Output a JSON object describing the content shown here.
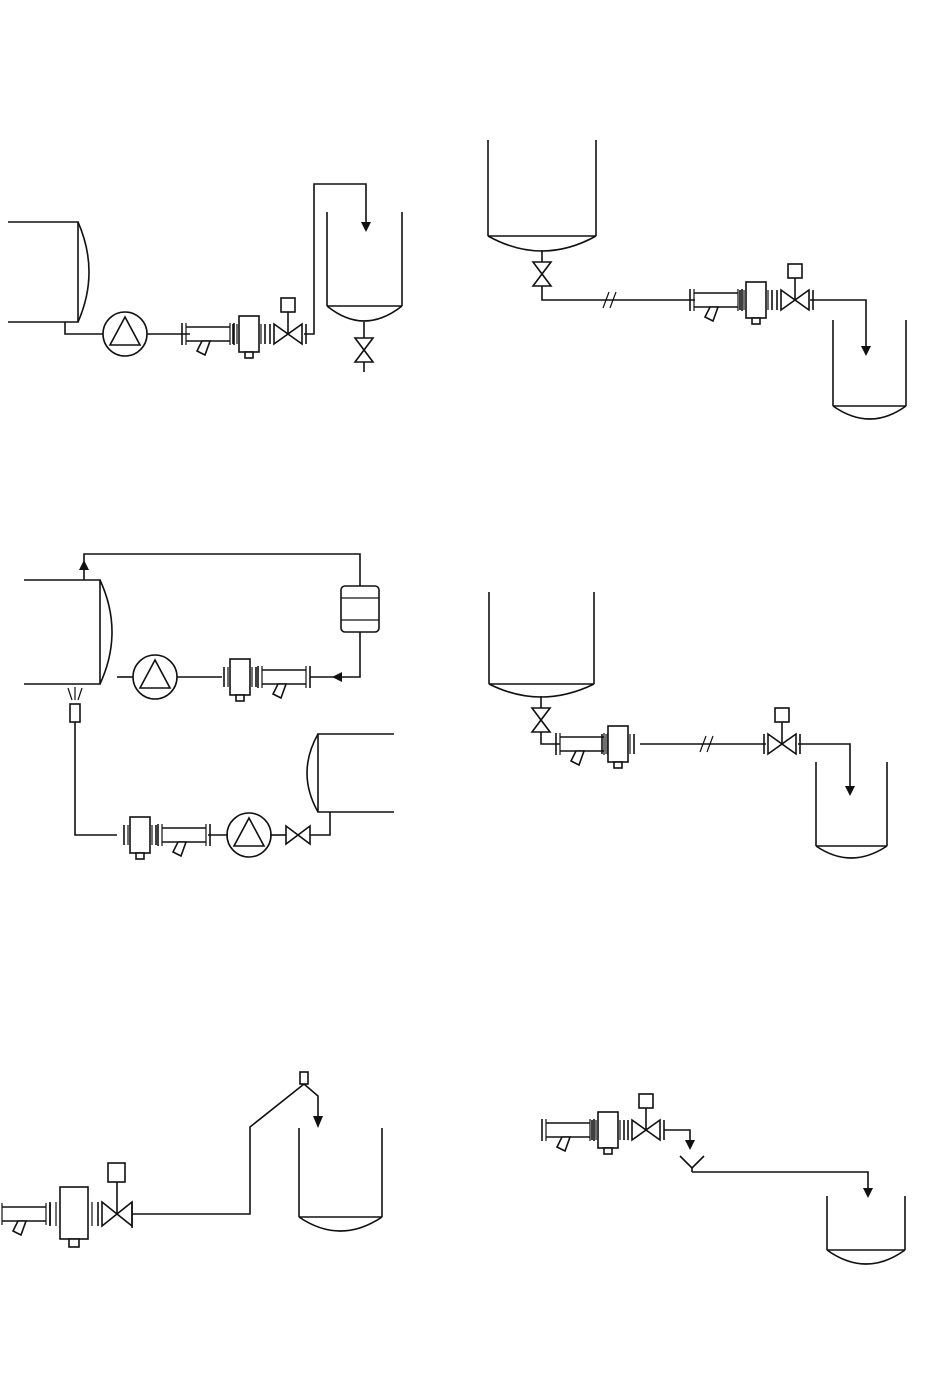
{
  "colors": {
    "stroke": "#111111",
    "background": "#ffffff"
  },
  "diagrams": [
    {
      "id": "pump-transfer-to-tank",
      "components": [
        "horizontal-vessel",
        "pump",
        "strainer",
        "flow-meter",
        "control-valve",
        "receiving-tank",
        "drain-valve"
      ]
    },
    {
      "id": "gravity-transfer-long-line",
      "components": [
        "supply-tank",
        "hand-valve",
        "pipe-break",
        "strainer",
        "flow-meter",
        "control-valve",
        "receiving-tank"
      ]
    },
    {
      "id": "recirculation-and-transfer",
      "components": [
        "horizontal-vessel",
        "pump",
        "flow-meter",
        "strainer",
        "separator",
        "return-line",
        "nozzle",
        "second-vessel",
        "hand-valve"
      ]
    },
    {
      "id": "gravity-transfer-valve-at-end",
      "components": [
        "supply-tank",
        "hand-valve",
        "strainer",
        "flow-meter",
        "pipe-break",
        "control-valve",
        "receiving-tank"
      ]
    },
    {
      "id": "fill-with-overhead-line",
      "components": [
        "strainer",
        "flow-meter",
        "control-valve",
        "overhead-line",
        "receiving-tank"
      ]
    },
    {
      "id": "fill-via-funnel",
      "components": [
        "strainer",
        "flow-meter",
        "control-valve",
        "funnel",
        "receiving-tank"
      ]
    }
  ]
}
